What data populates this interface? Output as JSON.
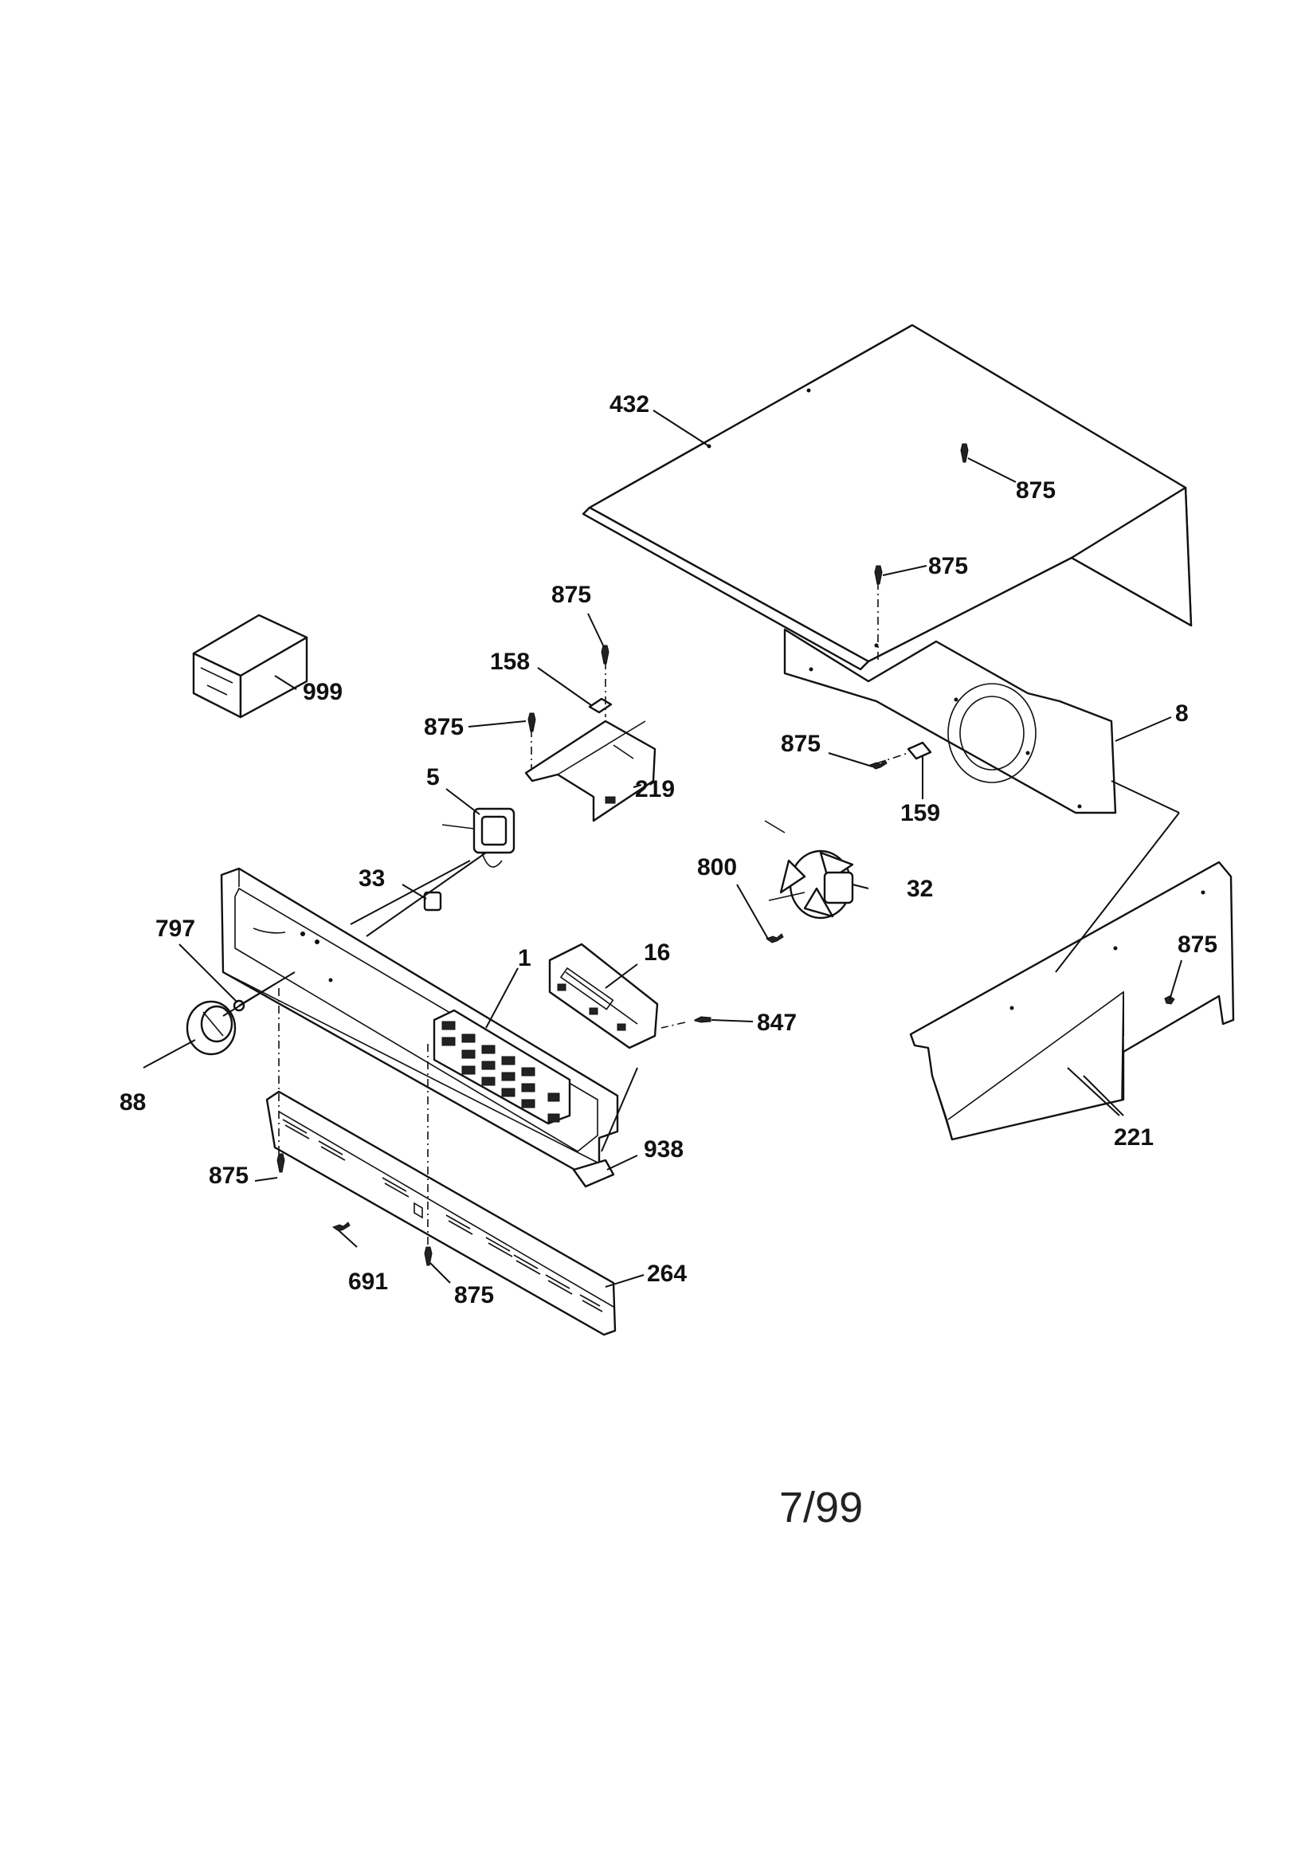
{
  "callouts": {
    "c432": "432",
    "c875_top_cover": "875",
    "c875_mid_cover": "875",
    "c875_bracket_top": "875",
    "c158": "158",
    "c875_bracket_left": "875",
    "c999": "999",
    "c8": "8",
    "c875_shroud": "875",
    "c159": "159",
    "c219": "219",
    "c5": "5",
    "c33": "33",
    "c800": "800",
    "c32": "32",
    "c797": "797",
    "c1": "1",
    "c16": "16",
    "c875_side": "875",
    "c847": "847",
    "c88": "88",
    "c938": "938",
    "c221": "221",
    "c875_trim_left": "875",
    "c264": "264",
    "c691": "691",
    "c875_trim_bottom": "875"
  },
  "date_code": "7/99"
}
